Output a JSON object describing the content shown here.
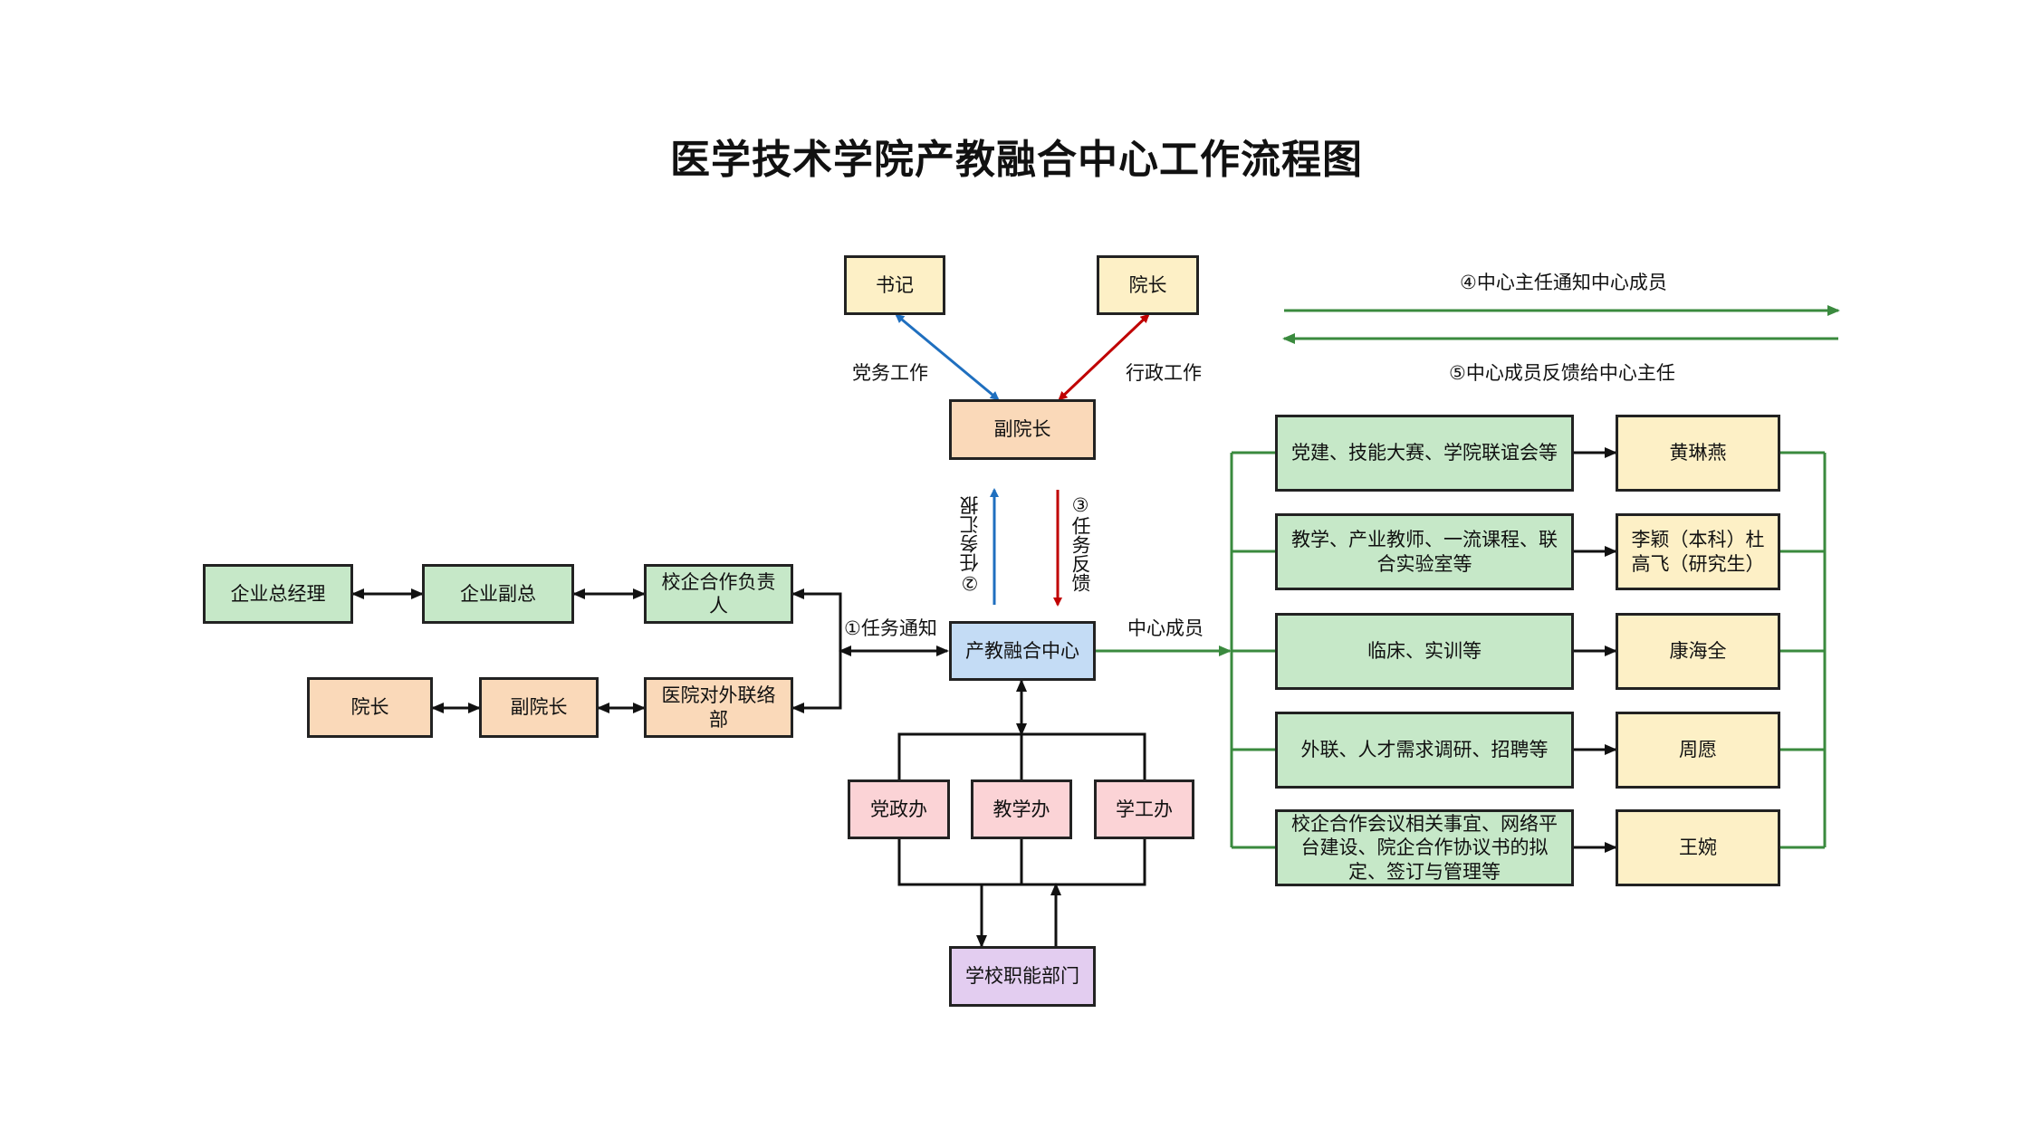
{
  "title": "医学技术学院产教融合中心工作流程图",
  "top": {
    "secretary": "书记",
    "dean": "院长",
    "vice_dean": "副院长",
    "party_work": "党务工作",
    "admin_work": "行政工作"
  },
  "center": {
    "name": "产教融合中心",
    "report": "②任务汇报",
    "feedback": "③任务反馈",
    "notify": "①任务通知",
    "members": "中心成员"
  },
  "left": {
    "enterprise_gm": "企业总经理",
    "enterprise_vice": "企业副总",
    "coop_lead": "校企合作负责人",
    "hospital_dean": "院长",
    "hospital_vice": "副院长",
    "hospital_liaison": "医院对外联络部"
  },
  "offices": {
    "party_office": "党政办",
    "teaching_office": "教学办",
    "student_office": "学工办",
    "school_depts": "学校职能部门"
  },
  "flow": {
    "director_notify": "④中心主任通知中心成员",
    "member_feedback": "⑤中心成员反馈给中心主任"
  },
  "tasks": [
    {
      "task": "党建、技能大赛、学院联谊会等",
      "owner": "黄琳燕"
    },
    {
      "task": "教学、产业教师、一流课程、联合实验室等",
      "owner": "李颖（本科）杜高飞（研究生）"
    },
    {
      "task": "临床、实训等",
      "owner": "康海全"
    },
    {
      "task": "外联、人才需求调研、招聘等",
      "owner": "周愿"
    },
    {
      "task": "校企合作会议相关事宜、网络平台建设、院企合作协议书的拟定、签订与管理等",
      "owner": "王婉"
    }
  ],
  "colors": {
    "blue_arrow": "#1f6fbf",
    "red_arrow": "#c00000",
    "green_line": "#3a8a3e",
    "black_line": "#111111",
    "box_green": "#c6e8c8",
    "box_orange": "#fad9b9",
    "box_cream": "#fdf0c6",
    "box_blue": "#c4dcf5",
    "box_pink": "#fbd3d6",
    "box_purple": "#e3cdf0"
  }
}
